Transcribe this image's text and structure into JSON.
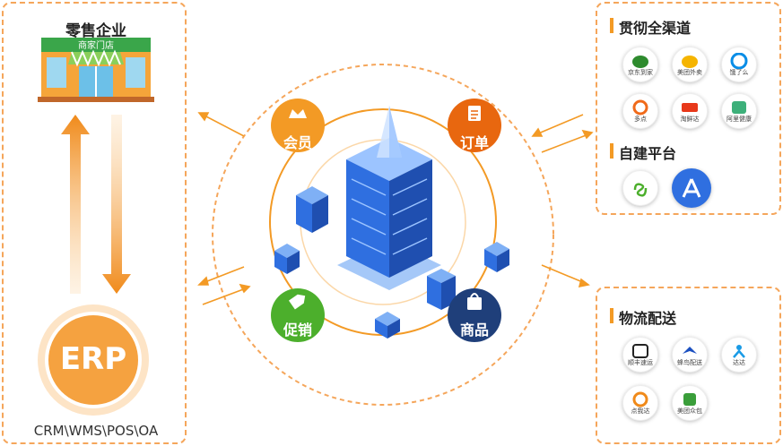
{
  "retail": {
    "title": "零售企业",
    "store_sign": "商家门店"
  },
  "erp": {
    "label": "ERP",
    "subtitle": "CRM\\WMS\\POS\\OA"
  },
  "center": {
    "nodes": [
      {
        "label": "会员",
        "icon": "crown-icon",
        "color": "#f39a25"
      },
      {
        "label": "订单",
        "icon": "clipboard-icon",
        "color": "#e8670f"
      },
      {
        "label": "促销",
        "icon": "tag-icon",
        "color": "#4caf2c"
      },
      {
        "label": "商品",
        "icon": "bag-icon",
        "color": "#1f3f7a"
      }
    ]
  },
  "channels": {
    "title": "贯彻全渠道",
    "items": [
      {
        "label": "京东到家",
        "color": "#2e8b2e"
      },
      {
        "label": "美团外卖",
        "color": "#f5b400"
      },
      {
        "label": "饿了么",
        "color": "#0a8de6"
      },
      {
        "label": "多点",
        "color": "#f06a1a"
      },
      {
        "label": "淘鲜达",
        "color": "#e8381a"
      },
      {
        "label": "阿里健康",
        "color": "#3db07a"
      }
    ]
  },
  "self_platform": {
    "title": "自建平台",
    "items": [
      {
        "label": "",
        "icon": "mini-program-icon",
        "color": "#4caf2c"
      },
      {
        "label": "",
        "icon": "app-store-icon",
        "color": "#2f6fe0"
      }
    ]
  },
  "logistics": {
    "title": "物流配送",
    "items": [
      {
        "label": "顺丰速运",
        "color": "#222222"
      },
      {
        "label": "蜂鸟配送",
        "color": "#1a4fc0"
      },
      {
        "label": "达达",
        "color": "#1a9be6"
      },
      {
        "label": "点我达",
        "color": "#f08a1a"
      },
      {
        "label": "美团众包",
        "color": "#3a9e3a"
      }
    ]
  },
  "colors": {
    "accent": "#f39a25",
    "dash": "#f5a65b",
    "server": "#2f6fe0"
  }
}
